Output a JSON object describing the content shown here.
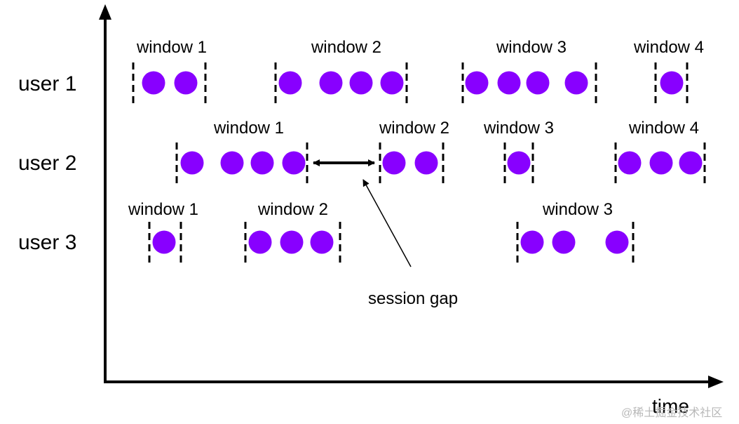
{
  "axis": {
    "x_label": "time"
  },
  "annotation": {
    "session_gap": "session gap"
  },
  "watermark": "@稀土掘金技术社区",
  "colors": {
    "event": "#8800ff",
    "line": "#000000",
    "boundary": "#000000"
  },
  "rows": [
    {
      "label": "user 1",
      "windows": [
        {
          "label": "window 1",
          "events": 2
        },
        {
          "label": "window 2",
          "events": 4
        },
        {
          "label": "window 3",
          "events": 4
        },
        {
          "label": "window 4",
          "events": 1
        }
      ]
    },
    {
      "label": "user 2",
      "windows": [
        {
          "label": "window 1",
          "events": 4
        },
        {
          "label": "window 2",
          "events": 2
        },
        {
          "label": "window 3",
          "events": 1
        },
        {
          "label": "window 4",
          "events": 3
        }
      ]
    },
    {
      "label": "user 3",
      "windows": [
        {
          "label": "window 1",
          "events": 1
        },
        {
          "label": "window 2",
          "events": 3
        },
        {
          "label": "window 3",
          "events": 3
        }
      ]
    }
  ]
}
